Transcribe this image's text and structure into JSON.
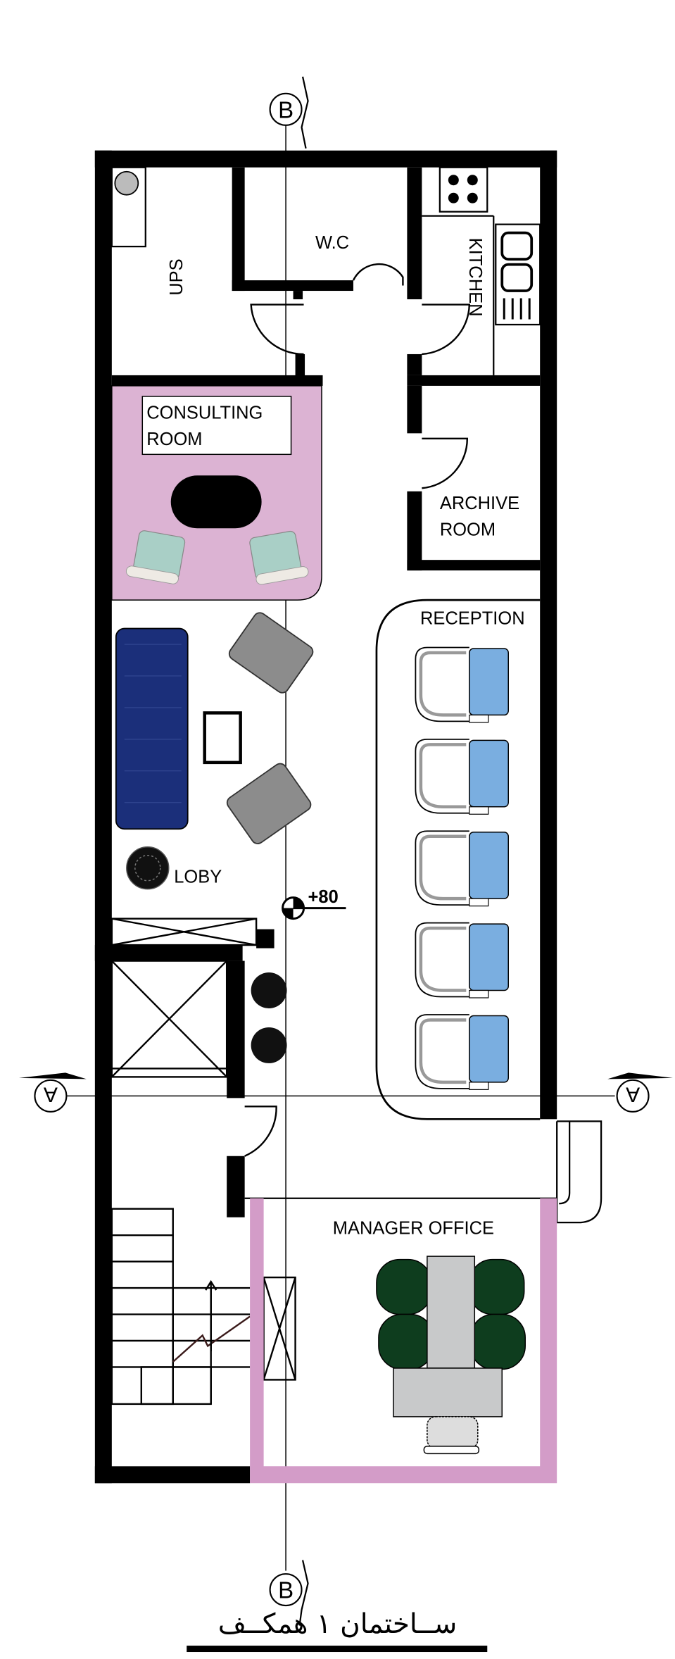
{
  "section_markers": {
    "b_top": "B",
    "b_bottom": "B",
    "a_left": "A",
    "a_right": "A"
  },
  "rooms": {
    "ups": "UPS",
    "wc": "W.C",
    "kitchen": "KITCHEN",
    "consulting_line1": "CONSULTING",
    "consulting_line2": "ROOM",
    "archive_line1": "ARCHIVE",
    "archive_line2": "ROOM",
    "reception": "RECEPTION",
    "lobby": "LOBY",
    "manager": "MANAGER OFFICE"
  },
  "level_mark": "+80",
  "title": "ســاختمان ۱   همکــف",
  "colors": {
    "wall": "#000000",
    "consulting_floor": "#dcb3d3",
    "manager_wall": "#d39cc8",
    "sofa": "#1b2f7a",
    "reception_seat": "#7aaee0",
    "consult_chair": "#a9cfc6",
    "armchair": "#8c8c8c",
    "manager_chair": "#0e3d1e",
    "desk": "#c8c9ca"
  }
}
